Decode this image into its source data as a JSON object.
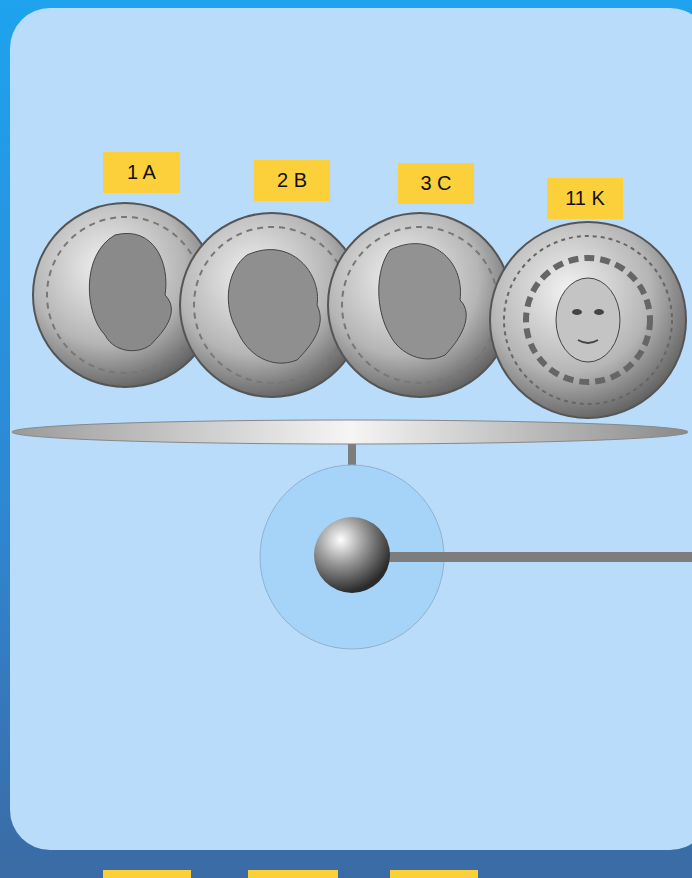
{
  "diagram": {
    "nodes": [
      {
        "text": [
          "1 A"
        ]
      },
      {
        "text": [
          "2 B"
        ]
      },
      {
        "text": [
          "3 C"
        ]
      },
      {
        "text": [
          "11 K"
        ]
      }
    ]
  }
}
